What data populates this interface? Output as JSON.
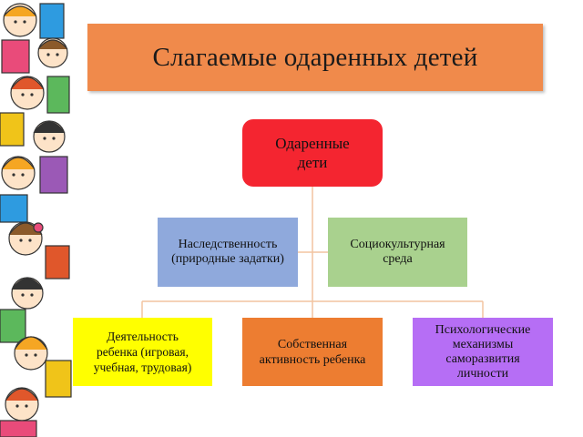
{
  "title": "Слагаемые одаренных детей",
  "root": {
    "label": "Одаренные\nдети",
    "color": "#f42530"
  },
  "nodes": {
    "heredity": {
      "label": "Наследственность\n(природные задатки)",
      "color": "#8fa9dc"
    },
    "sociocultural": {
      "label": "Социокультурная\nсреда",
      "color": "#a9d18e"
    },
    "activity": {
      "label": "Деятельность\nребенка (игровая,\nучебная, трудовая)",
      "color": "#ffff00"
    },
    "own_activity": {
      "label": "Собственная\nактивность ребенка",
      "color": "#ed7d31"
    },
    "psych": {
      "label": "Психологические\nмеханизмы\nсаморазвития\nличности",
      "color": "#b66ef5"
    }
  },
  "colors": {
    "title_banner": "#f08a4b",
    "connector": "#f2c4a0"
  }
}
